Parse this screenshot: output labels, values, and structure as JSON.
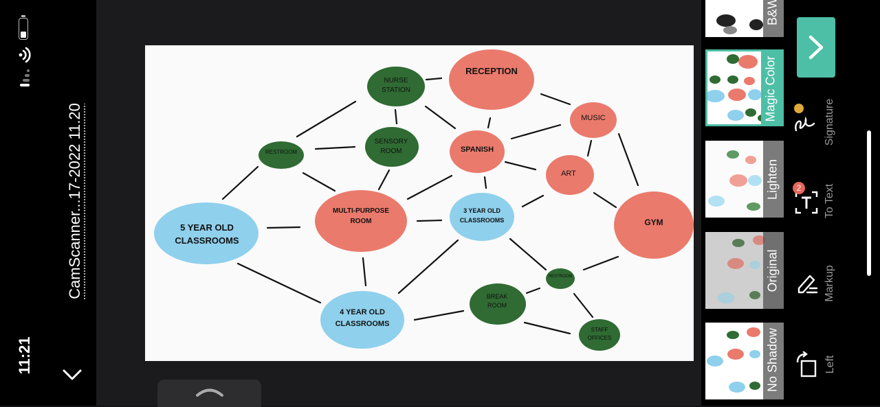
{
  "status": {
    "time": "11:21"
  },
  "header": {
    "title": "CamScanner...17-2022 11.20"
  },
  "document": {
    "nodes": {
      "reception": "RECEPTION",
      "nurse": "NURSE STATION",
      "music": "MUSIC",
      "restroom_left": "RESTROOM",
      "sensory": "SENSORY ROOM",
      "spanish": "SPANISH",
      "art": "ART",
      "five_year": "5 YEAR OLD CLASSROOMS",
      "multi": "MULTI-PURPOSE ROOM",
      "three_year": "3 YEAR OLD CLASSROOMS",
      "gym": "GYM",
      "restroom_right": "RESTROOM",
      "four_year": "4 YEAR OLD CLASSROOMS",
      "break": "BREAK ROOM",
      "staff": "STAFF OFFICES"
    }
  },
  "filters": [
    {
      "label": "B&W",
      "active": false
    },
    {
      "label": "Magic Color",
      "active": true
    },
    {
      "label": "Lighten",
      "active": false
    },
    {
      "label": "Original",
      "active": false
    },
    {
      "label": "No Shadow",
      "active": false
    }
  ],
  "tools": {
    "signature": "Signature",
    "to_text": "To Text",
    "to_text_badge": "2",
    "markup": "Markup",
    "left": "Left"
  },
  "colors": {
    "accent": "#4dbfa6",
    "red": "#ea7a6c",
    "green": "#2f6b33",
    "blue": "#8fd0ec"
  }
}
